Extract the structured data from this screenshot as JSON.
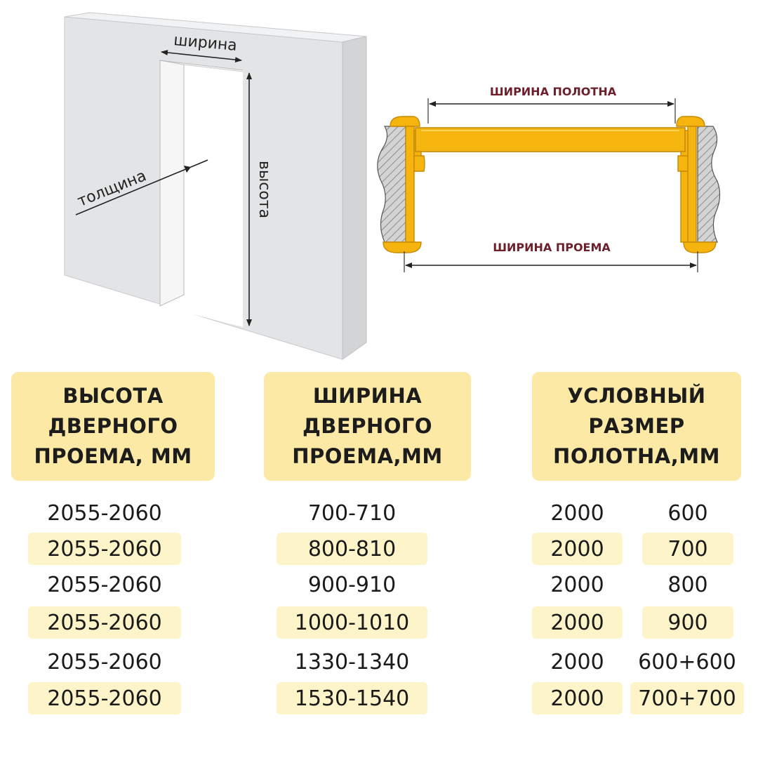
{
  "diagram_labels": {
    "opening_width": "ширина",
    "opening_height": "высота",
    "wall_thickness": "толщина",
    "leaf_width": "ШИРИНА ПОЛОТНА",
    "opening_width_caps": "ШИРИНА ПРОЕМА"
  },
  "colors": {
    "header_bg": "#fbe9a5",
    "row_highlight": "#fdf4c9",
    "frame_orange": "#f6b40e",
    "wall_gray": "#e3e4e6",
    "label_maroon": "#6d1f2a"
  },
  "headers": {
    "height": [
      "ВЫСОТА",
      "ДВЕРНОГО",
      "ПРОЕМА, ММ"
    ],
    "width": [
      "ШИРИНА",
      "ДВЕРНОГО",
      "ПРОЕМА,ММ"
    ],
    "leaf": [
      "УСЛОВНЫЙ",
      "РАЗМЕР",
      "ПОЛОТНА,ММ"
    ]
  },
  "rows": [
    {
      "height": "2055-2060",
      "width": "700-710",
      "leaf_h": "2000",
      "leaf_w": "600",
      "highlight": false
    },
    {
      "height": "2055-2060",
      "width": "800-810",
      "leaf_h": "2000",
      "leaf_w": "700",
      "highlight": true
    },
    {
      "height": "2055-2060",
      "width": "900-910",
      "leaf_h": "2000",
      "leaf_w": "800",
      "highlight": false
    },
    {
      "height": "2055-2060",
      "width": "1000-1010",
      "leaf_h": "2000",
      "leaf_w": "900",
      "highlight": true
    },
    {
      "height": "2055-2060",
      "width": "1330-1340",
      "leaf_h": "2000",
      "leaf_w": "600+600",
      "highlight": false
    },
    {
      "height": "2055-2060",
      "width": "1530-1540",
      "leaf_h": "2000",
      "leaf_w": "700+700",
      "highlight": true
    }
  ]
}
